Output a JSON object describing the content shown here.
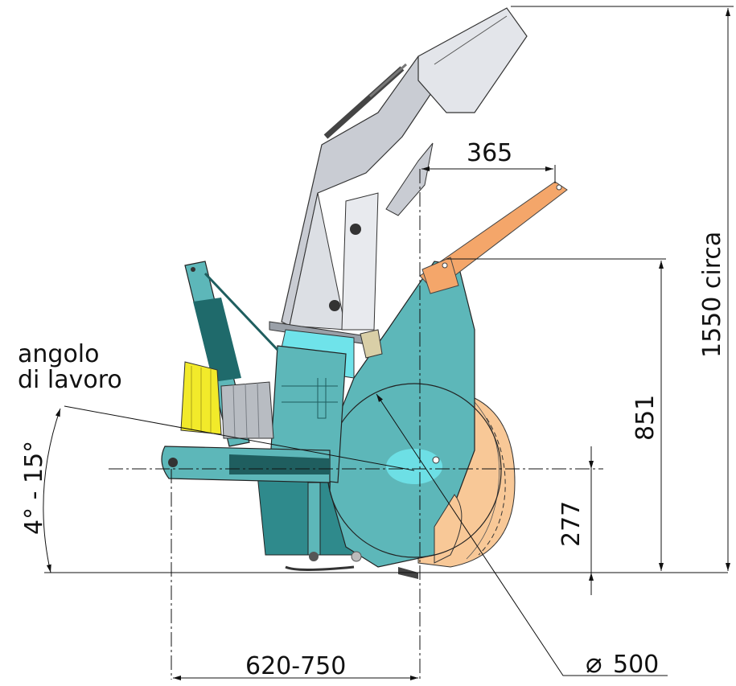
{
  "labels": {
    "angle_line1": "angolo",
    "angle_line2": "di lavoro",
    "angle_range": "4° - 15°"
  },
  "dimensions": {
    "total_height": "1550 circa",
    "offset_top": "365",
    "height_851": "851",
    "height_277": "277",
    "length": "620-750",
    "diameter": "500",
    "diameter_symbol": "⌀"
  },
  "colors": {
    "body_teal": "#5db7b9",
    "body_dark_teal": "#2f8a8c",
    "chute_grey": "#c9ccd3",
    "arm_orange": "#f4a66a",
    "rotor_peach": "#f8c897",
    "gearbox_yellow": "#f2ea2a",
    "highlight_cyan": "#6fe3ea",
    "line": "#111111"
  }
}
